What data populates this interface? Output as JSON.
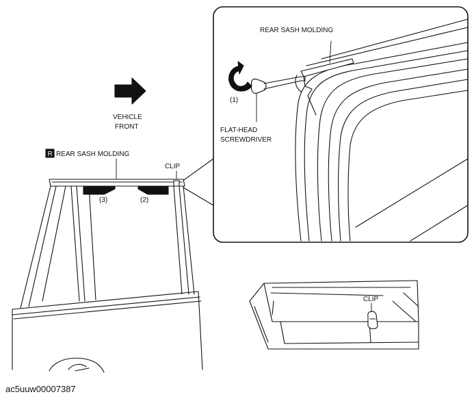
{
  "labels": {
    "rear_sash_molding_detail": "REAR SASH MOLDING",
    "vehicle": "VEHICLE",
    "front": "FRONT",
    "r_badge": "R",
    "rear_sash_molding_main": "REAR SASH MOLDING",
    "clip_main": "CLIP",
    "step_1": "(1)",
    "flat_head": "FLAT-HEAD",
    "screwdriver": "SCREWDRIVER",
    "step_3": "(3)",
    "step_2": "(2)",
    "clip_detail": "CLIP"
  },
  "figure_id": "ac5uuw00007387",
  "colors": {
    "ink": "#111111",
    "paper": "#ffffff"
  }
}
